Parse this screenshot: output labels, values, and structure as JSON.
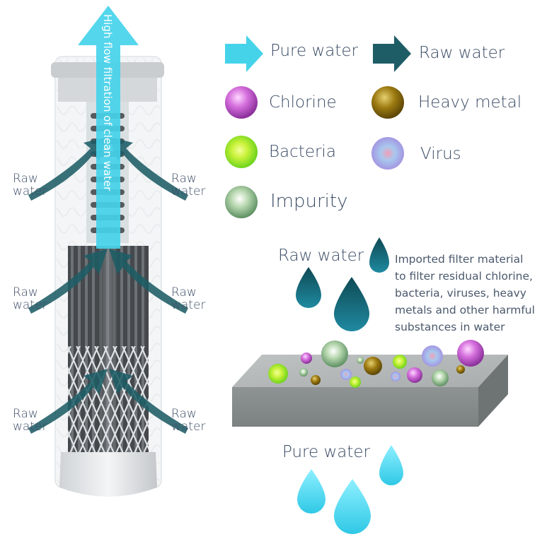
{
  "cartridge": {
    "arrow_text": "High flow filtration of clean water",
    "side_labels": [
      {
        "line1": "Raw",
        "line2": "water"
      },
      {
        "line1": "Raw",
        "line2": "water"
      },
      {
        "line1": "Raw",
        "line2": "water"
      },
      {
        "line1": "Raw",
        "line2": "water"
      },
      {
        "line1": "Raw",
        "line2": "water"
      },
      {
        "line1": "Raw",
        "line2": "water"
      }
    ]
  },
  "legend": {
    "pure_water": "Pure water",
    "raw_water": "Raw water",
    "chlorine": "Chlorine",
    "heavy_metal": "Heavy metal",
    "bacteria": "Bacteria",
    "virus": "Virus",
    "impurity": "Impurity"
  },
  "diagram": {
    "raw_label": "Raw water",
    "pure_label": "Pure water",
    "description": [
      "Imported filter material",
      "to filter residual chlorine,",
      "bacteria, viruses, heavy",
      "metals and other harmful",
      "substances in water"
    ]
  },
  "colors": {
    "pure_arrow": "#45d3ea",
    "raw_arrow": "#1e5d66",
    "chlorine": "#c85fd0",
    "heavy_metal": "#9c7a10",
    "bacteria": "#88e022",
    "virus": "#8fa8e6",
    "impurity": "#5f9a62",
    "text": "#3c4d66"
  }
}
